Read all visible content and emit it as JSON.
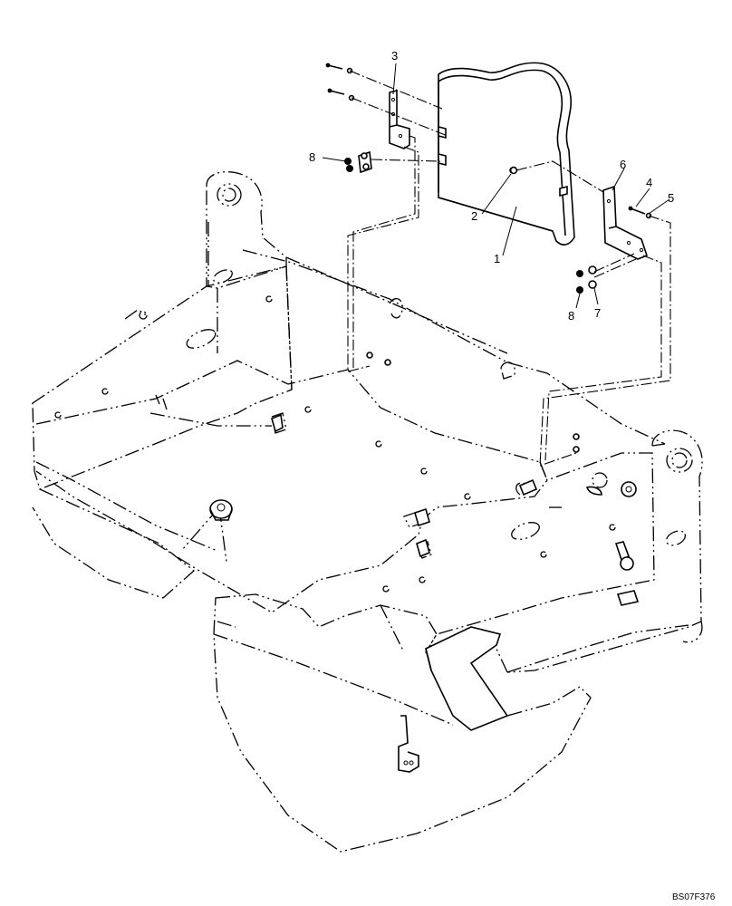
{
  "figure_code": "BS07F376",
  "callouts": [
    {
      "id": "1",
      "label": "1"
    },
    {
      "id": "2",
      "label": "2"
    },
    {
      "id": "3",
      "label": "3"
    },
    {
      "id": "4",
      "label": "4"
    },
    {
      "id": "5",
      "label": "5"
    },
    {
      "id": "6",
      "label": "6"
    },
    {
      "id": "7",
      "label": "7"
    },
    {
      "id": "8a",
      "label": "8"
    },
    {
      "id": "8b",
      "label": "8"
    }
  ]
}
